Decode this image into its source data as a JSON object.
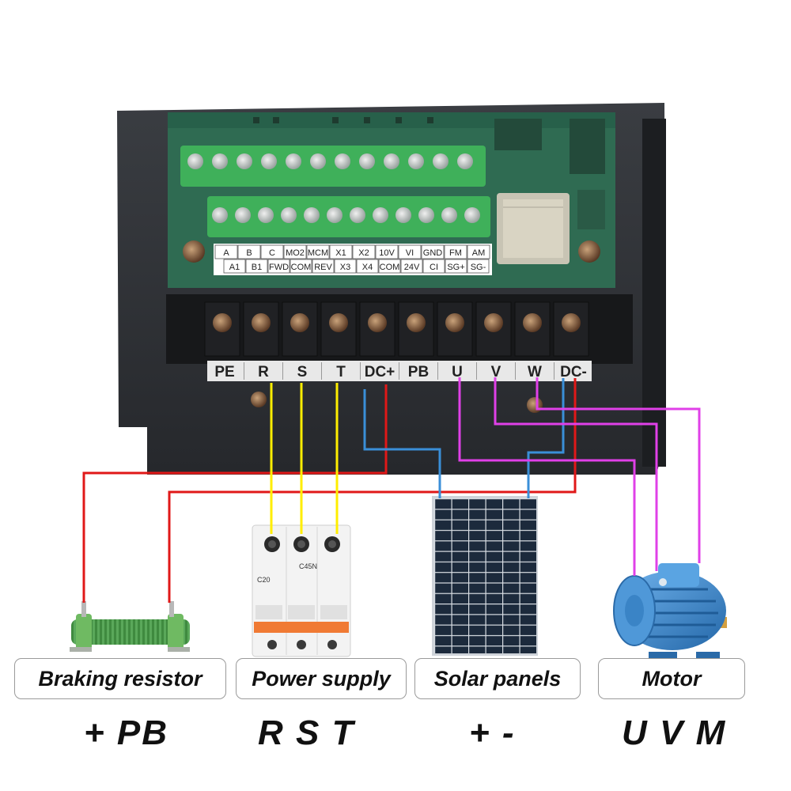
{
  "inverter": {
    "top_terminals": [
      "A",
      "B",
      "C",
      "MO2",
      "MCM",
      "X1",
      "X2",
      "10V",
      "VI",
      "GND",
      "FM",
      "AM"
    ],
    "bottom_terminals": [
      "A1",
      "B1",
      "FWD",
      "COM",
      "REV",
      "X3",
      "X4",
      "COM",
      "24V",
      "CI",
      "SG+",
      "SG-"
    ],
    "power_terminals": [
      "PE",
      "R",
      "S",
      "T",
      "DC+",
      "PB",
      "U",
      "V",
      "W",
      "DC-"
    ]
  },
  "breaker": {
    "brand": "C45N",
    "rating": "C20"
  },
  "labels": {
    "braking_resistor": "Braking resistor",
    "power_supply": "Power supply",
    "solar_panels": "Solar panels",
    "motor": "Motor"
  },
  "codes": {
    "braking_resistor": "+ PB",
    "power_supply": "R S T",
    "solar_panels": "+ -",
    "motor": "U V M"
  },
  "colors": {
    "red_wire": "#e01818",
    "yellow_wire": "#ffee00",
    "blue_wire": "#3a8fd8",
    "magenta_wire": "#e040e8"
  }
}
